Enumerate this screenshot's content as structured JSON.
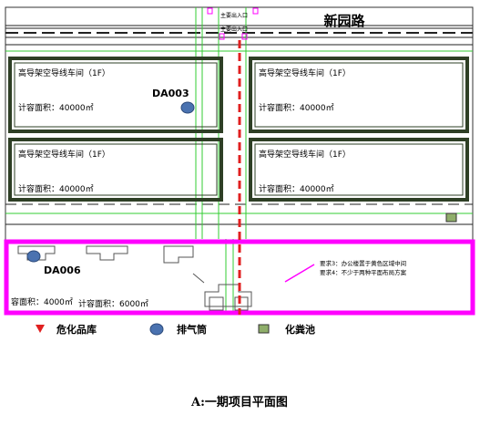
{
  "road": {
    "name": "新园路"
  },
  "gates": {
    "top": "主要出入口",
    "second": "主要出入口"
  },
  "buildings": [
    {
      "title": "高导架空导线车间（1F）",
      "area": "计容面积：40000㎡"
    },
    {
      "title": "高导架空导线车间（1F）",
      "area": "计容面积：40000㎡"
    },
    {
      "title": "高导架空导线车间（1F）",
      "area": "计容面积：40000㎡"
    },
    {
      "title": "高导架空导线车间（1F）",
      "area": "计容面积：40000㎡"
    }
  ],
  "stacks": {
    "da003": "DA003",
    "da006": "DA006"
  },
  "lower_zone": {
    "area_left": "容面积：4000㎡",
    "area_right": "计容面积：6000㎡",
    "note1": "要求3：办公楼置于黄色区域中间",
    "note2": "要求4：不少于两种平面布局方案"
  },
  "legend": [
    {
      "label": "危化品库",
      "icon": "red-triangle-icon"
    },
    {
      "label": "排气筒",
      "icon": "blue-ellipse-icon"
    },
    {
      "label": "化粪池",
      "icon": "green-square-icon"
    }
  ],
  "caption": "A:一期项目平面图",
  "colors": {
    "building_frame": "#2e3f25",
    "road_green": "#33cc33",
    "magenta": "#ff00ff",
    "hazmat_red": "#e02020",
    "stack_blue": "#4a72b0",
    "tank_green": "#8fae6a"
  }
}
